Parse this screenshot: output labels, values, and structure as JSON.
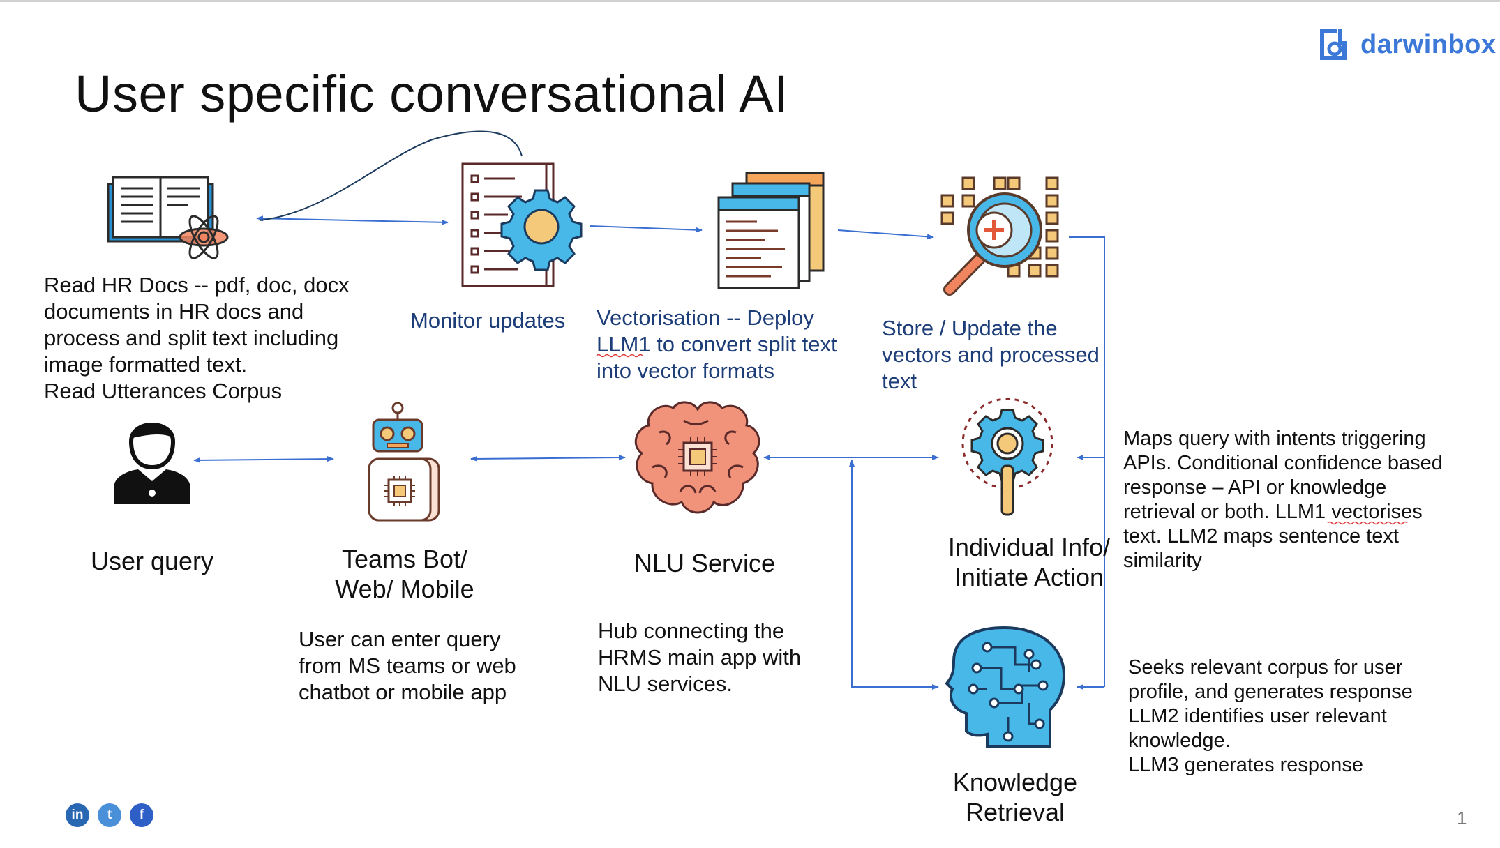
{
  "slide": {
    "title": "User specific conversational AI",
    "brand": "darwinbox",
    "page_number": "1"
  },
  "colors": {
    "brand_blue": "#3c78d8",
    "arrow_blue": "#3a6fd1",
    "text_navy": "#1c3d78"
  },
  "steps": {
    "read_docs": "Read HR Docs -- pdf, doc, docx\ndocuments in HR docs and\nprocess and split text including\nimage formatted text.\nRead Utterances Corpus",
    "monitor": "Monitor updates",
    "vectorise": "Vectorisation -- Deploy\nLLM1 to convert split text\ninto vector formats",
    "store": "Store / Update the\nvectors and processed\ntext"
  },
  "nodes": {
    "user_query": "User query",
    "teams_bot": "Teams Bot/\nWeb/ Mobile",
    "nlu": "NLU Service",
    "individual": "Individual Info/\nInitiate Action",
    "knowledge": "Knowledge\nRetrieval"
  },
  "notes": {
    "teams_bot": "User can enter query\nfrom MS teams or web\nchatbot or mobile app",
    "nlu": "Hub connecting the\nHRMS main app with\nNLU services.",
    "individual": "Maps query with intents triggering\nAPIs. Conditional confidence based\nresponse – API or knowledge\nretrieval or both. LLM1 vectorises\ntext. LLM2 maps sentence text\nsimilarity",
    "knowledge": "Seeks relevant corpus for user\nprofile, and generates response\n LLM2 identifies user relevant\nknowledge.\nLLM3 generates response"
  },
  "icons": [
    "open-book-atom-icon",
    "document-gear-icon",
    "code-windows-icon",
    "magnifier-grid-icon",
    "user-laptop-icon",
    "robot-icon",
    "brain-chip-icon",
    "gear-magnifier-icon",
    "circuit-head-icon"
  ],
  "social": [
    "linkedin-icon",
    "twitter-icon",
    "facebook-icon"
  ]
}
